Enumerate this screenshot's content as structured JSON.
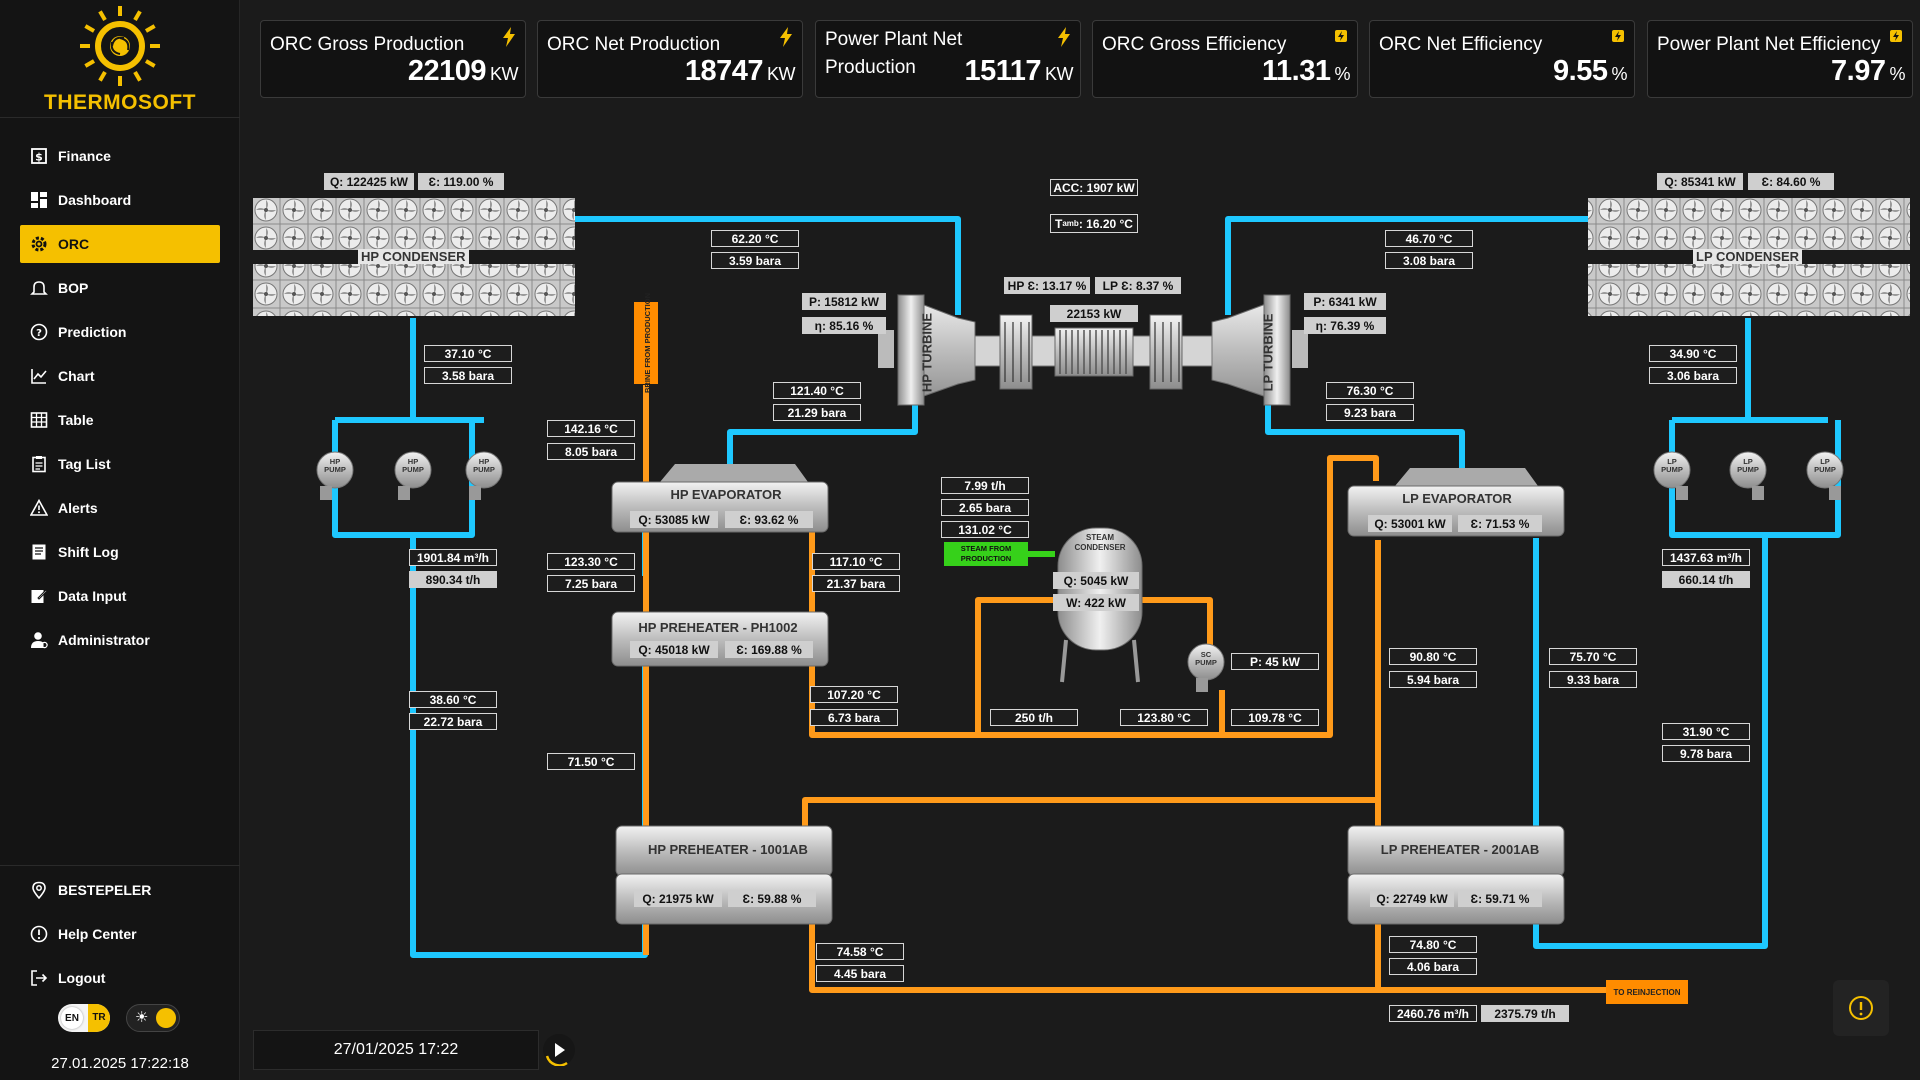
{
  "brand": {
    "name": "THERMOSOFT"
  },
  "nav": {
    "items": [
      {
        "label": "Finance"
      },
      {
        "label": "Dashboard"
      },
      {
        "label": "ORC"
      },
      {
        "label": "BOP"
      },
      {
        "label": "Prediction"
      },
      {
        "label": "Chart"
      },
      {
        "label": "Table"
      },
      {
        "label": "Tag List"
      },
      {
        "label": "Alerts"
      },
      {
        "label": "Shift Log"
      },
      {
        "label": "Data Input"
      },
      {
        "label": "Administrator"
      }
    ],
    "active": "ORC",
    "bottom": [
      {
        "label": "BESTEPELER"
      },
      {
        "label": "Help Center"
      },
      {
        "label": "Logout"
      }
    ]
  },
  "lang": {
    "left": "EN",
    "right": "TR"
  },
  "clock": "27.01.2025 17:22:18",
  "kpis": [
    {
      "title": "ORC Gross Production",
      "value": "22109",
      "unit": "KW",
      "icon": "lightning-icon"
    },
    {
      "title": "ORC Net Production",
      "value": "18747",
      "unit": "KW",
      "icon": "lightning-icon"
    },
    {
      "title": "Power Plant Net Production",
      "value": "15117",
      "unit": "KW",
      "icon": "lightning-icon"
    },
    {
      "title": "ORC Gross Efficiency",
      "value": "11.31",
      "unit": "%",
      "icon": "efficiency-icon"
    },
    {
      "title": "ORC Net Efficiency",
      "value": "9.55",
      "unit": "%",
      "icon": "efficiency-icon"
    },
    {
      "title": "Power Plant Net Efficiency",
      "value": "7.97",
      "unit": "%",
      "icon": "efficiency-icon"
    }
  ],
  "equipment": {
    "hp_condenser": "HP CONDENSER",
    "lp_condenser": "LP CONDENSER",
    "hp_turbine": "HP TURBINE",
    "lp_turbine": "LP TURBINE",
    "hp_pump": "HP PUMP",
    "lp_pump": "LP PUMP",
    "hp_evaporator": "HP EVAPORATOR",
    "lp_evaporator": "LP EVAPORATOR",
    "hp_preheater_ph1002": "HP PREHEATER - PH1002",
    "hp_preheater_1001ab": "HP PREHEATER - 1001AB",
    "lp_preheater_2001ab": "LP PREHEATER - 2001AB",
    "steam_condenser": "STEAM CONDENSER",
    "sc_pump": "SC PUMP",
    "brine_from_production": "BRINE FROM PRODUCTION",
    "steam_from_production": "STEAM FROM PRODUCTION",
    "to_reinjection": "TO REINJECTION"
  },
  "readings": {
    "hp_cond_q": "Q: 122425 kW",
    "hp_cond_e": "Ɛ: 119.00 %",
    "lp_cond_q": "Q: 85341 kW",
    "lp_cond_e": "Ɛ: 84.60 %",
    "acc": "ACC: 1907 kW",
    "tamb_prefix": "T",
    "tamb_sub": "amb",
    "tamb_value": ": 16.20 °C",
    "hp_e": "HP Ɛ: 13.17 %",
    "lp_e": "LP Ɛ: 8.37 %",
    "gen_kw": "22153 kW",
    "hp_turb_p": "P: 15812 kW",
    "hp_turb_eta": "η: 85.16 %",
    "lp_turb_p": "P: 6341 kW",
    "lp_turb_eta": "η: 76.39 %",
    "hp_cond_out_t": "62.20 °C",
    "hp_cond_out_p": "3.59 bara",
    "lp_cond_out_t": "46.70 °C",
    "lp_cond_out_p": "3.08 bara",
    "hp_pump_in_t": "37.10 °C",
    "hp_pump_in_p": "3.58 bara",
    "lp_pump_in_t": "34.90 °C",
    "lp_pump_in_p": "3.06 bara",
    "hp_turb_in_t": "121.40 °C",
    "hp_turb_in_p": "21.29 bara",
    "lp_turb_in_t": "76.30 °C",
    "lp_turb_in_p": "9.23 bara",
    "brine_in_t": "142.16 °C",
    "brine_in_p": "8.05 bara",
    "hp_evap_q": "Q: 53085 kW",
    "hp_evap_e": "Ɛ: 93.62 %",
    "lp_evap_q": "Q: 53001 kW",
    "lp_evap_e": "Ɛ: 71.53 %",
    "steam_flow": "7.99 t/h",
    "steam_p": "2.65 bara",
    "steam_t": "131.02 °C",
    "steam_cond_q": "Q: 5045 kW",
    "steam_cond_w": "W: 422 kW",
    "sc_pump_p": "P: 45 kW",
    "hp_flow_v": "1901.84 m³/h",
    "hp_flow_m": "890.34 t/h",
    "lp_flow_v": "1437.63 m³/h",
    "lp_flow_m": "660.14 t/h",
    "brine_mid_t": "123.30 °C",
    "brine_mid_p": "7.25 bara",
    "hp_ph1002_out_t": "117.10 °C",
    "hp_ph1002_out_p": "21.37 bara",
    "hp_ph1002_q": "Q: 45018 kW",
    "hp_ph1002_e": "Ɛ: 169.88 %",
    "brine_ph1002_out_t": "107.20 °C",
    "brine_ph1002_out_p": "6.73 bara",
    "sc_flow": "250 t/h",
    "sc_t1": "123.80 °C",
    "sc_t2": "109.78 °C",
    "lp_evap_brine_t": "90.80 °C",
    "lp_evap_brine_p": "5.94 bara",
    "lp_ph_out_t": "75.70 °C",
    "lp_ph_out_p": "9.33 bara",
    "hp_pump_out_t": "38.60 °C",
    "hp_pump_out_p": "22.72 bara",
    "lp_pump_out_t": "31.90 °C",
    "lp_pump_out_p": "9.78 bara",
    "hp_ph_out_t": "71.50 °C",
    "hp_ph1001_q": "Q: 21975 kW",
    "hp_ph1001_e": "Ɛ: 59.88 %",
    "lp_ph2001_q": "Q: 22749 kW",
    "lp_ph2001_e": "Ɛ: 59.71 %",
    "hp_ph1001_brine_t": "74.58 °C",
    "hp_ph1001_brine_p": "4.45 bara",
    "lp_ph2001_brine_t": "74.80 °C",
    "lp_ph2001_brine_p": "4.06 bara",
    "reinj_v": "2460.76 m³/h",
    "reinj_m": "2375.79 t/h"
  },
  "player": {
    "datetime": "27/01/2025 17:22"
  },
  "colors": {
    "accent": "#f5c000",
    "orc_fluid": "#1ec8ff",
    "brine": "#ff9a1a",
    "steam": "#37d31a"
  }
}
